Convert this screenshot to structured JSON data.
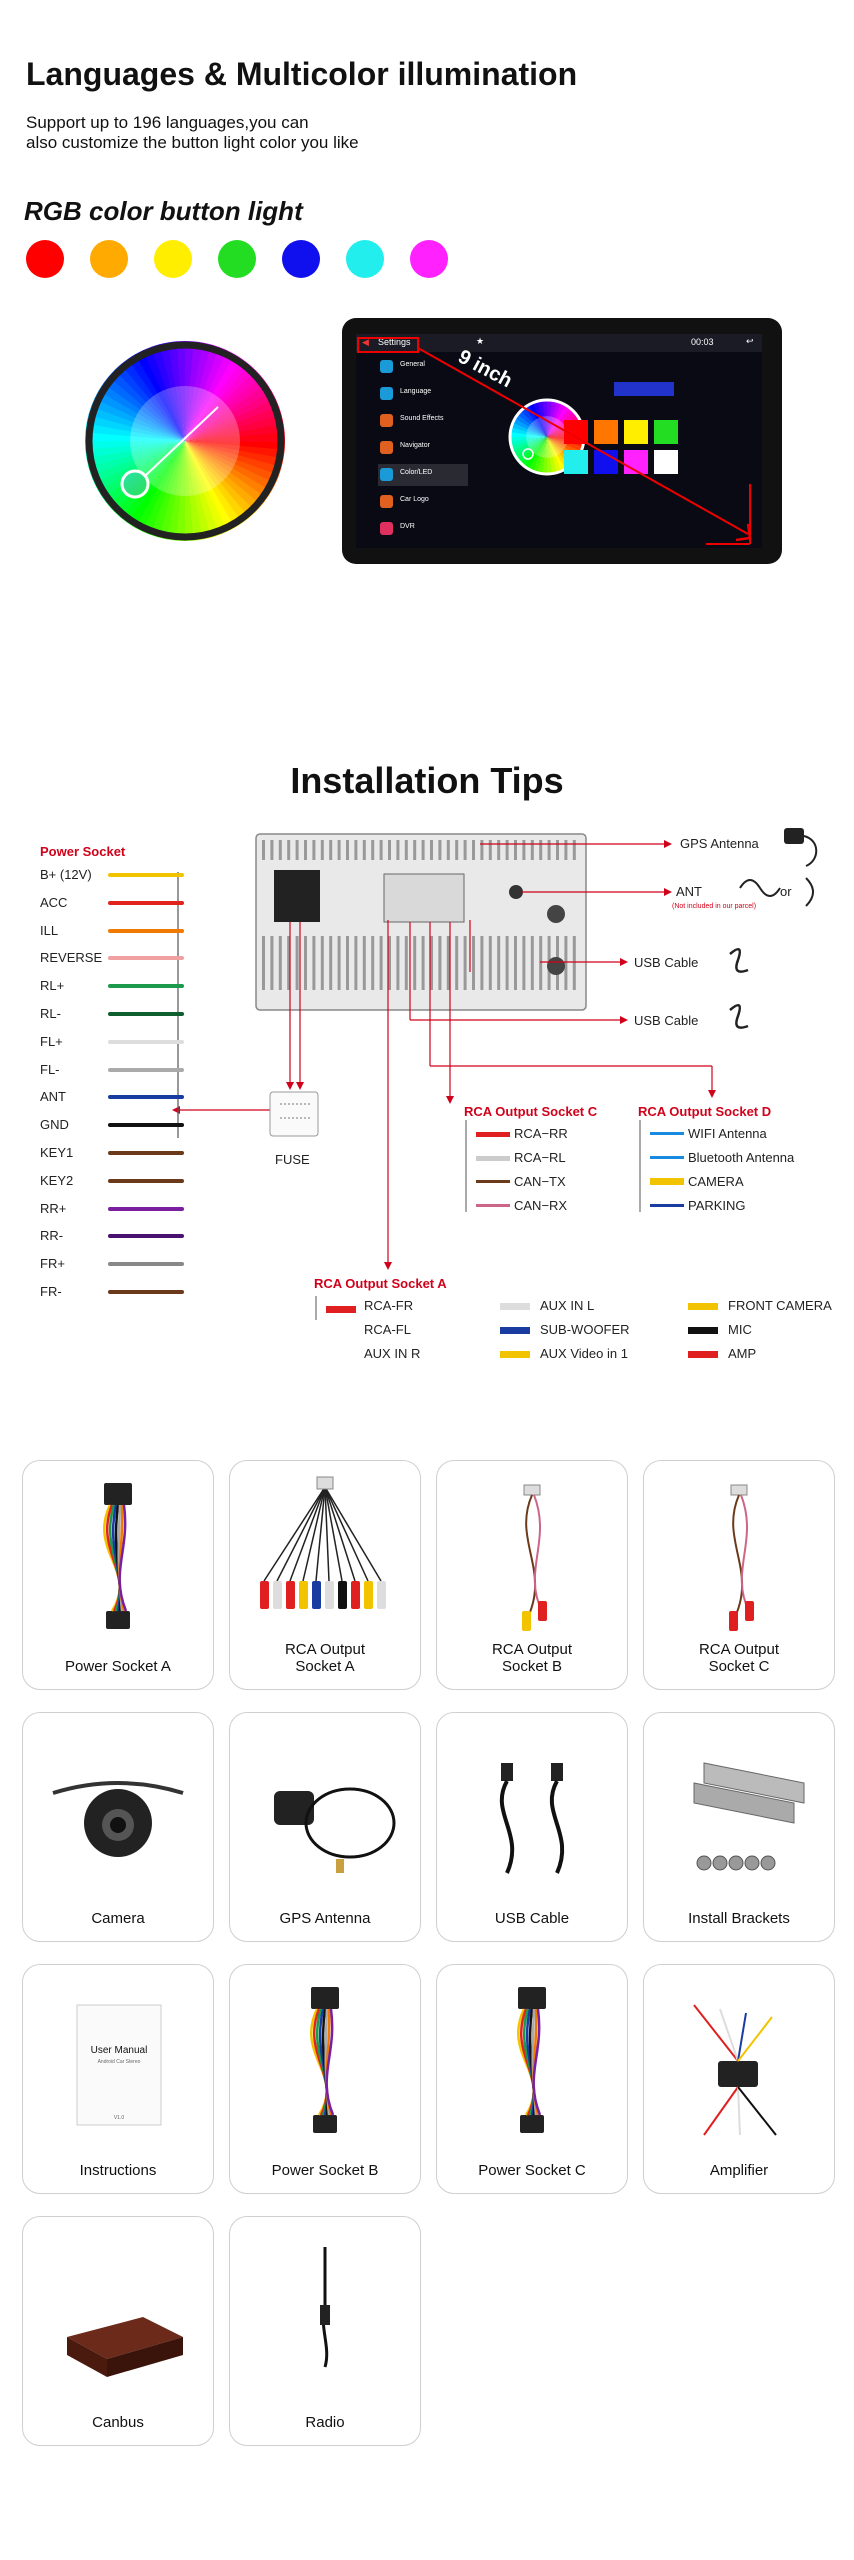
{
  "header": {
    "title": "Languages & Multicolor illumination",
    "subtitle": "Support up to 196 languages,you can\nalso customize the button light color you like",
    "rgb_title": "RGB color button light"
  },
  "rgb_dots": [
    "#ff0000",
    "#ffaa00",
    "#ffee00",
    "#22dd22",
    "#1010ee",
    "#22eeee",
    "#ff22ff"
  ],
  "screen": {
    "settings_label": "Settings",
    "time": "00:03",
    "size_label": "9 inch",
    "menu": [
      "General",
      "Language",
      "Sound Effects",
      "Navigator",
      "Color/LED",
      "Car Logo",
      "DVR"
    ],
    "swatches": [
      "#ff0000",
      "#ff7700",
      "#ffee00",
      "#22dd22",
      "#22eeee",
      "#1010ee",
      "#ff22ff",
      "#ffffff"
    ]
  },
  "install": {
    "title": "Installation Tips",
    "power_socket_label": "Power Socket",
    "pins": [
      {
        "label": "B+ (12V)",
        "color": "#f2c400"
      },
      {
        "label": "ACC",
        "color": "#e0241b"
      },
      {
        "label": "ILL",
        "color": "#f07a00"
      },
      {
        "label": "REVERSE",
        "color": "#f0a0a0"
      },
      {
        "label": "RL+",
        "color": "#1a9a4a"
      },
      {
        "label": "RL-",
        "color": "#0e5e2e"
      },
      {
        "label": "FL+",
        "color": "#dddddd"
      },
      {
        "label": "FL-",
        "color": "#aaaaaa"
      },
      {
        "label": "ANT",
        "color": "#1a3ca0"
      },
      {
        "label": "GND",
        "color": "#111111"
      },
      {
        "label": "KEY1",
        "color": "#6b3a1a"
      },
      {
        "label": "KEY2",
        "color": "#6b3a1a"
      },
      {
        "label": "RR+",
        "color": "#7a1fa0"
      },
      {
        "label": "RR-",
        "color": "#4a1270"
      },
      {
        "label": "FR+",
        "color": "#888888"
      },
      {
        "label": "FR-",
        "color": "#6b3a1a"
      }
    ],
    "fuse_label": "FUSE",
    "gps_label": "GPS Antenna",
    "ant_label": "ANT",
    "ant_note": "(Not included in our parcel)",
    "or_label": "or",
    "usb_label_1": "USB  Cable",
    "usb_label_2": "USB Cable",
    "rca_c": {
      "title": "RCA Output Socket C",
      "items": [
        "RCA−RR",
        "RCA−RL",
        "CAN−TX",
        "CAN−RX"
      ]
    },
    "rca_d": {
      "title": "RCA Output Socket D",
      "items": [
        "WIFI Antenna",
        "Bluetooth Antenna",
        "CAMERA",
        "PARKING"
      ]
    },
    "rca_a": {
      "title": "RCA Output Socket A",
      "col1": [
        "RCA-FR",
        "RCA-FL",
        "AUX IN R"
      ],
      "col2": [
        "AUX IN L",
        "SUB-WOOFER",
        "AUX Video in 1"
      ],
      "col3": [
        "FRONT CAMERA",
        "MIC",
        "AMP"
      ]
    }
  },
  "accessories": [
    {
      "label": "Power Socket A"
    },
    {
      "label": "RCA Output\nSocket A"
    },
    {
      "label": "RCA Output\nSocket B"
    },
    {
      "label": "RCA Output\nSocket C"
    },
    {
      "label": "Camera"
    },
    {
      "label": "GPS Antenna"
    },
    {
      "label": "USB Cable"
    },
    {
      "label": "Install Brackets"
    },
    {
      "label": "Instructions"
    },
    {
      "label": "Power Socket B"
    },
    {
      "label": "Power Socket C"
    },
    {
      "label": "Amplifier"
    },
    {
      "label": "Canbus"
    },
    {
      "label": "Radio"
    }
  ],
  "manual": {
    "title": "User Manual",
    "sub": "Android Car Stereo",
    "ver": "V1.0"
  }
}
